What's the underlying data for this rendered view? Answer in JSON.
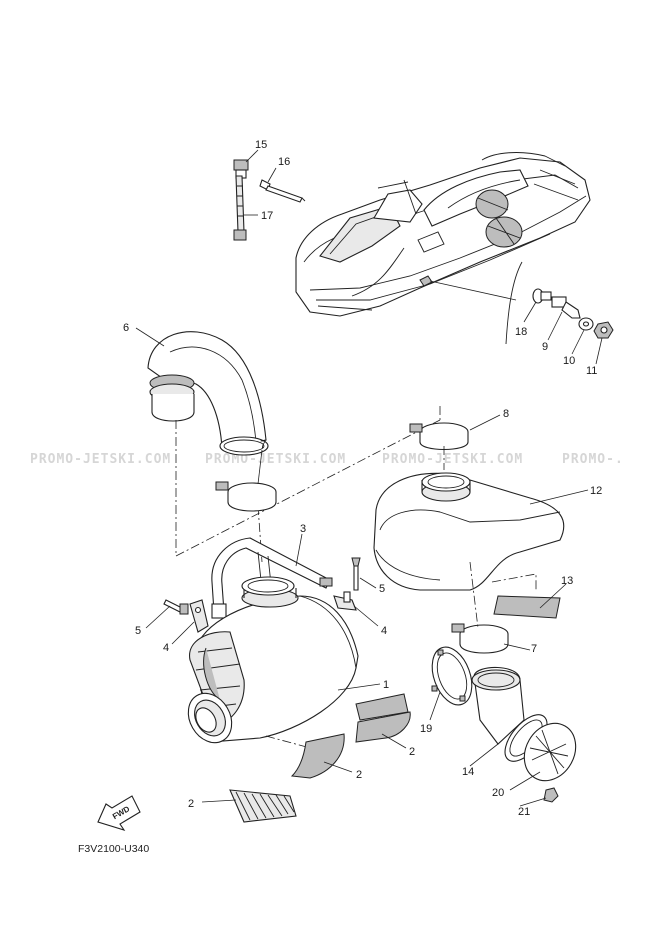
{
  "diagram_code": "F3V2100-U340",
  "fwd_label": "FWD",
  "watermark": "PROMO-JETSKI.COM",
  "callouts": [
    "15",
    "16",
    "17",
    "6",
    "7",
    "8",
    "12",
    "3",
    "5",
    "5",
    "4",
    "4",
    "1",
    "2",
    "2",
    "2",
    "13",
    "7",
    "19",
    "14",
    "20",
    "21",
    "18",
    "9",
    "10",
    "11"
  ]
}
